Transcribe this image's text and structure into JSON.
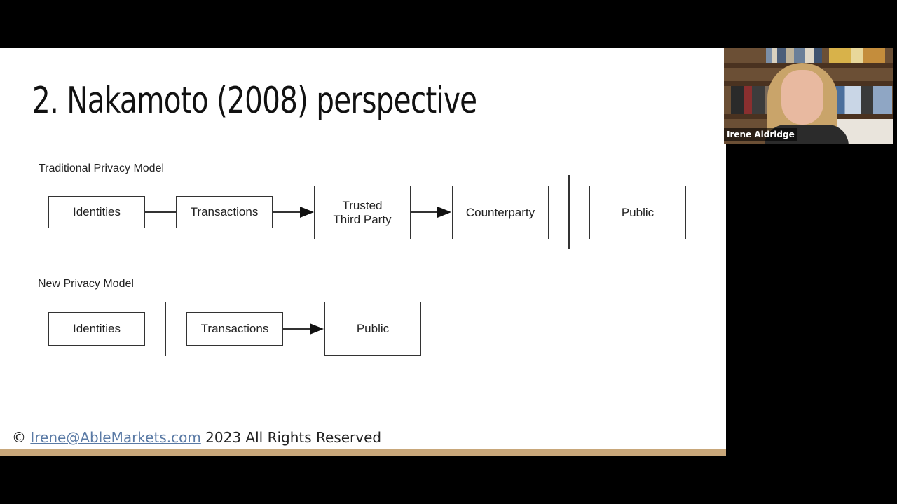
{
  "slide": {
    "title": "2. Nakamoto (2008) perspective",
    "traditional": {
      "label": "Traditional Privacy Model",
      "boxes": [
        "Identities",
        "Transactions",
        "Trusted\nThird Party",
        "Counterparty",
        "Public"
      ]
    },
    "new": {
      "label": "New Privacy Model",
      "boxes": [
        "Identities",
        "Transactions",
        "Public"
      ]
    },
    "footer": {
      "copyright": "©",
      "email": "Irene@AbleMarkets.com",
      "rights": "2023 All Rights Reserved"
    },
    "accent_color": "#c8a77a"
  },
  "video": {
    "participant_name": "Irene Aldridge"
  }
}
